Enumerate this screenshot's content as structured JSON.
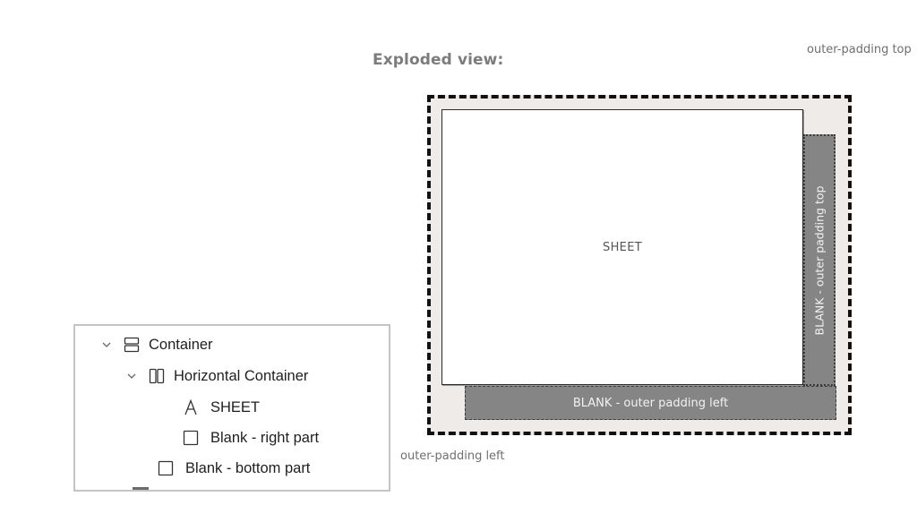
{
  "title": "Exploded view:",
  "annotations": {
    "outer_padding_top": "outer-padding top",
    "outer_padding_left": "outer-padding left"
  },
  "diagram": {
    "sheet_label": "SHEET",
    "blank_right_label": "BLANK - outer padding top",
    "blank_bottom_label": "BLANK - outer padding left"
  },
  "tree": {
    "items": [
      {
        "label": "Container",
        "icon": "vertical-container-icon",
        "expanded": true
      },
      {
        "label": "Horizontal Container",
        "icon": "horizontal-container-icon",
        "expanded": true
      },
      {
        "label": "SHEET",
        "icon": "text-a-icon"
      },
      {
        "label": "Blank - right part",
        "icon": "blank-square-icon"
      },
      {
        "label": "Blank - bottom part",
        "icon": "blank-square-icon"
      }
    ]
  },
  "colors": {
    "canvas": "#efebe8",
    "blank": "#858585",
    "border": "#111111"
  }
}
